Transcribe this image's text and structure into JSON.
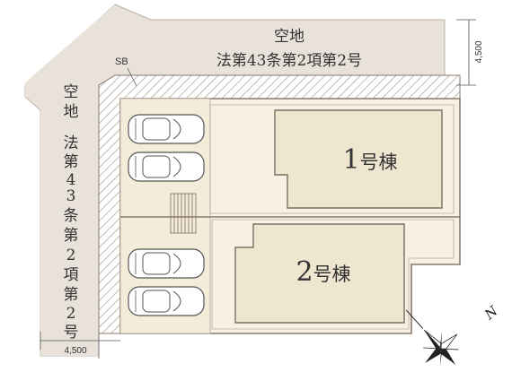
{
  "top_road": {
    "line1": "空地",
    "line2": "法第43条第2項第2号"
  },
  "left_road": {
    "chars": [
      "空",
      "地",
      "法",
      "第",
      "4",
      "3",
      "条",
      "第",
      "2",
      "項",
      "第",
      "2",
      "号"
    ]
  },
  "sb_label": "SB",
  "dim_right": "4,500",
  "dim_bottom": "4,500",
  "building_1": {
    "num": "1",
    "suffix": "号棟"
  },
  "building_2": {
    "num": "2",
    "suffix": "号棟"
  },
  "compass": {
    "north_letter": "N",
    "north_icon": "compass-rose-icon"
  },
  "colors": {
    "road": "#e8e2da",
    "lot": "#f6f1e3",
    "lot_edge": "#8a7a6a",
    "building": "#efe6d0",
    "hatch": "#9a8f86",
    "text": "#333333"
  }
}
